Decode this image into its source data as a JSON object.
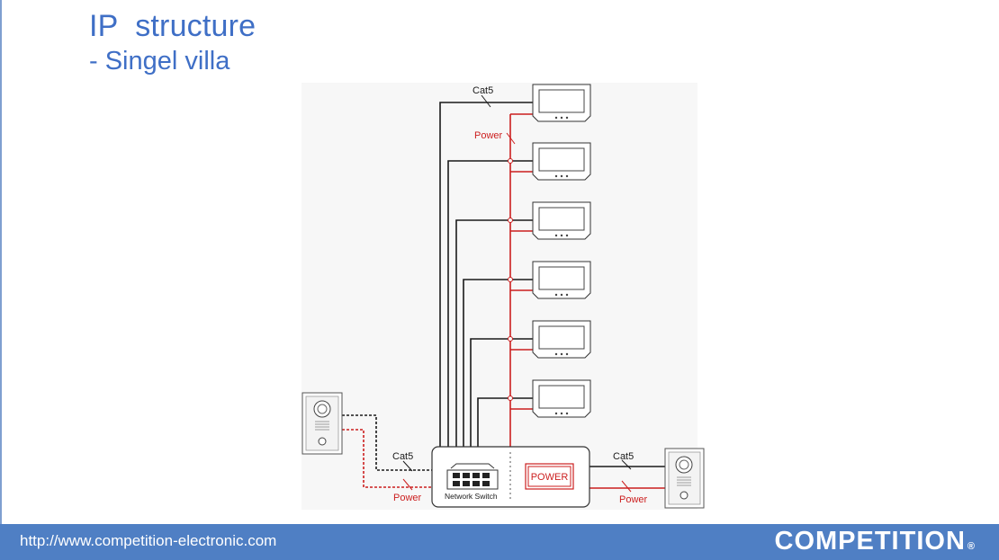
{
  "slide": {
    "title": "IP  structure",
    "subtitle": "- Singel villa"
  },
  "diagram": {
    "labels": {
      "cat5_top": "Cat5",
      "power_top": "Power",
      "cat5_left": "Cat5",
      "power_left": "Power",
      "cat5_right": "Cat5",
      "power_right": "Power",
      "network_switch": "Network Switch",
      "power_box": "POWER"
    },
    "monitor_count": 6,
    "colors": {
      "cat5_line": "#1a1a1a",
      "power_line": "#cc1f1f",
      "panel_background": "#f7f7f7"
    }
  },
  "footer": {
    "url": "http://www.competition-electronic.com",
    "logo": "COMPETITION",
    "logo_mark": "®",
    "background": "#4f7fc4"
  }
}
